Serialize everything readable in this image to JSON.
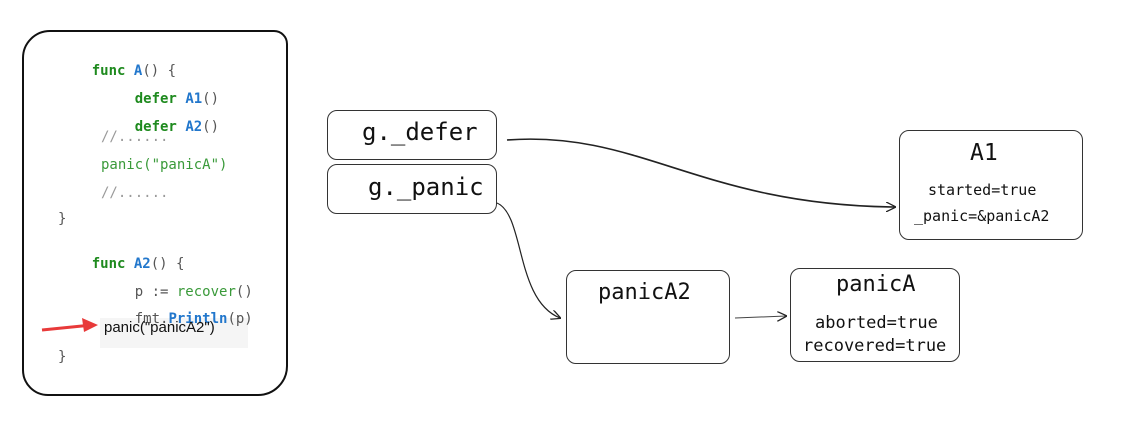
{
  "code": {
    "line1": {
      "kw": "func",
      "fn": "A",
      "rest": "() {"
    },
    "line2": {
      "kw": "defer",
      "fn": "A1",
      "rest": "()"
    },
    "line3": {
      "kw": "defer",
      "fn": "A2",
      "rest": "()"
    },
    "line4": "//......",
    "line5": "panic(\"panicA\")",
    "line6": "//......",
    "line7": "}",
    "line8": {
      "kw": "func",
      "fn": "A2",
      "rest": "() {"
    },
    "line9": {
      "pre": "p := ",
      "call": "recover",
      "rest": "()"
    },
    "line10": {
      "pre": "fmt.",
      "fn": "Println",
      "rest": "(p)"
    },
    "line11": "panic(\"panicA2\")",
    "line12": "}"
  },
  "goroutine": {
    "defer_label": "g._defer",
    "panic_label": "g._panic"
  },
  "a1": {
    "title": "A1",
    "line1": "started=true",
    "line2": "_panic=&panicA2"
  },
  "panicA2": {
    "title": "panicA2"
  },
  "panicA": {
    "title": "panicA",
    "line1": "aborted=true",
    "line2": "recovered=true"
  },
  "colors": {
    "keyword": "#1e8a1e",
    "function": "#2277cc",
    "arrow": "#e83a3a"
  }
}
